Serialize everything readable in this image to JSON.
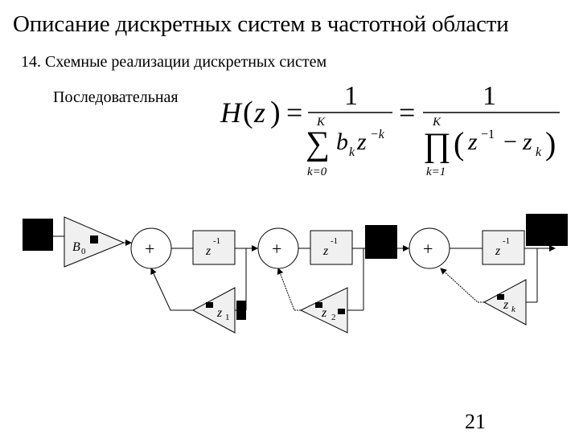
{
  "slide": {
    "title": "Описание дискретных систем в частотной области",
    "subtitle": "14. Схемные реализации дискретных систем",
    "label": "Последовательная",
    "page_number": "21"
  },
  "formula": {
    "lhs": "H",
    "arg": "z",
    "equals": "=",
    "numerator": "1",
    "sum_symbol": "∑",
    "sum_upper": "K",
    "sum_lower": "k=0",
    "sum_term_b": "b",
    "sum_term_sub": "k",
    "sum_term_z": "z",
    "sum_term_exp": "−k",
    "prod_symbol": "∏",
    "prod_upper": "K",
    "prod_lower": "k=1",
    "prod_term_z": "z",
    "prod_term_exp": "−1",
    "prod_minus": "−",
    "prod_term_zk": "z",
    "prod_term_zk_sub": "k"
  },
  "diagram": {
    "gain": {
      "name": "B",
      "sub": "0"
    },
    "adder_symbol": "+",
    "delay": {
      "name": "z",
      "exp": "-1"
    },
    "stages": [
      {
        "coef": "z",
        "coef_sub": "1"
      },
      {
        "coef": "z",
        "coef_sub": "2"
      },
      {
        "coef": "z",
        "coef_sub": "k"
      }
    ]
  },
  "colors": {
    "block_fill": "#f0f0f0",
    "stroke": "#000000",
    "black_box": "#000000"
  }
}
